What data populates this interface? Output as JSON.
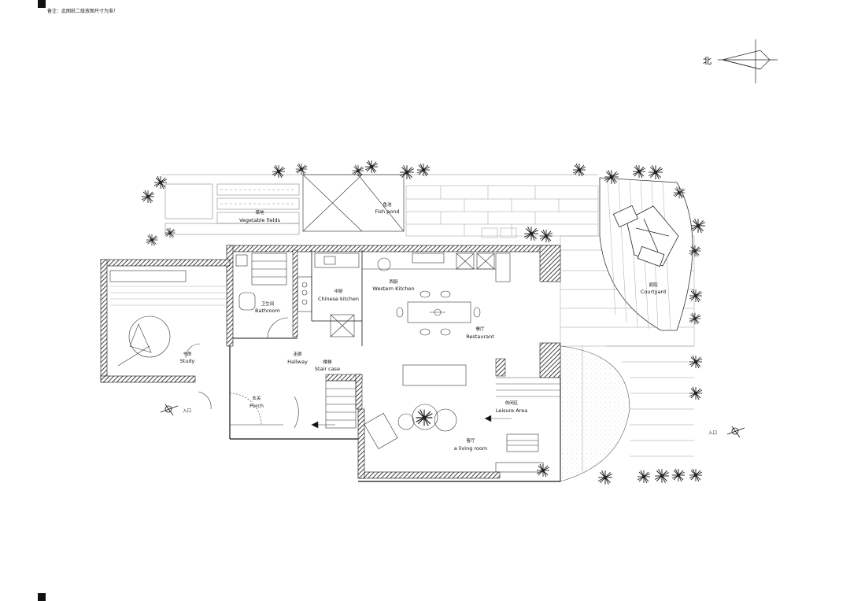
{
  "note": "备注：此图纸二级放图尺寸为准！",
  "north_label": "北",
  "rooms": {
    "vegetable": {
      "cn": "菜地",
      "en": "Vegetable fields"
    },
    "fishpond": {
      "cn": "鱼池",
      "en": "Fish pond"
    },
    "courtyard": {
      "cn": "庭院",
      "en": "Courtyard"
    },
    "chinese_kitchen": {
      "cn": "中厨",
      "en": "Chinese kitchen"
    },
    "western_kitchen": {
      "cn": "西厨",
      "en": "Western Kitchen"
    },
    "bathroom": {
      "cn": "卫生间",
      "en": "Bathroom"
    },
    "restaurant": {
      "cn": "餐厅",
      "en": "Restaurant"
    },
    "hallway": {
      "cn": "走廊",
      "en": "Hallway"
    },
    "staircase": {
      "cn": "楼梯",
      "en": "Stair case"
    },
    "study": {
      "cn": "书房",
      "en": "Study"
    },
    "porch": {
      "cn": "玄关",
      "en": "Porch"
    },
    "leisure": {
      "cn": "休闲区",
      "en": "Leisure  Area"
    },
    "living": {
      "cn": "客厅",
      "en": "a living room"
    }
  },
  "entrance_labels": {
    "west": "入口",
    "east": "入口"
  }
}
